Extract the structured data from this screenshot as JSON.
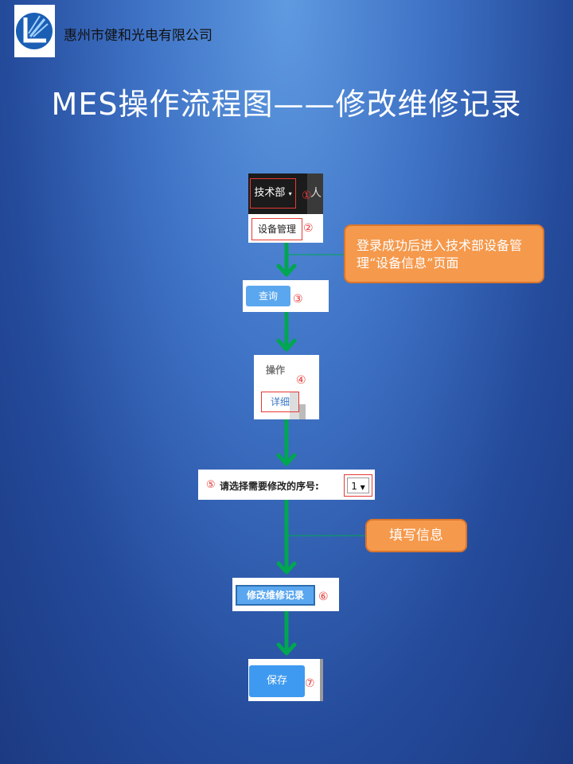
{
  "header": {
    "company": "惠州市健和光电有限公司",
    "title": "MES操作流程图——修改维修记录"
  },
  "steps": {
    "s1": {
      "label": "技术部",
      "caret": "▾",
      "number": "①",
      "right_text": "人"
    },
    "s2": {
      "label": "设备管理",
      "number": "②"
    },
    "s3": {
      "label": "查询",
      "number": "③"
    },
    "s4": {
      "header": "操作",
      "label": "详细",
      "number": "④"
    },
    "s5": {
      "prefix": "⑤",
      "label": "请选择需要修改的序号:",
      "value": "1",
      "arrow": "▼"
    },
    "s6": {
      "label": "修改维修记录",
      "number": "⑥"
    },
    "s7": {
      "label": "保存",
      "number": "⑦"
    }
  },
  "callouts": {
    "c1": "登录成功后进入技术部设备管理“设备信息”页面",
    "c2": "填写信息"
  },
  "colors": {
    "arrow": "#00a651",
    "callout_fill": "#f5994c",
    "highlight_border": "#e53935",
    "button_blue": "#5aa7ef"
  }
}
